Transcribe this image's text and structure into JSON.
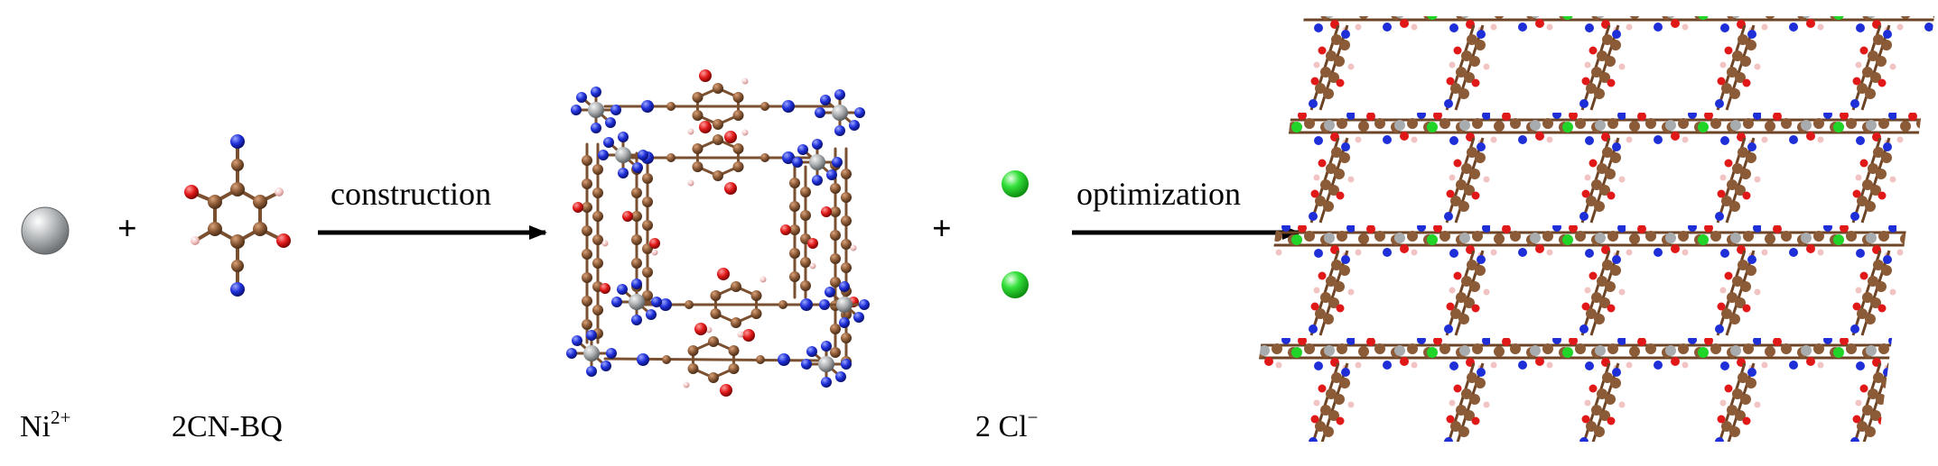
{
  "figure": {
    "ni_label": "Ni",
    "ni_charge": "2+",
    "ligand_label": "2CN-BQ",
    "chloride_label": "2 Cl",
    "chloride_charge": "−",
    "plus_symbol": "+",
    "arrow1_label": "construction",
    "arrow2_label": "optimization"
  },
  "colors": {
    "nickel": "#a9acae",
    "carbon": "#8b5a36",
    "oxygen": "#e01818",
    "nitrogen": "#1e2fd8",
    "hydrogen": "#f2c3c3",
    "chlorine": "#21d428",
    "bond": "#7a5030",
    "arrow": "#000000"
  },
  "icons": [
    "nickel-atom-icon",
    "chloride-ion-icon",
    "arrow-right-icon"
  ]
}
